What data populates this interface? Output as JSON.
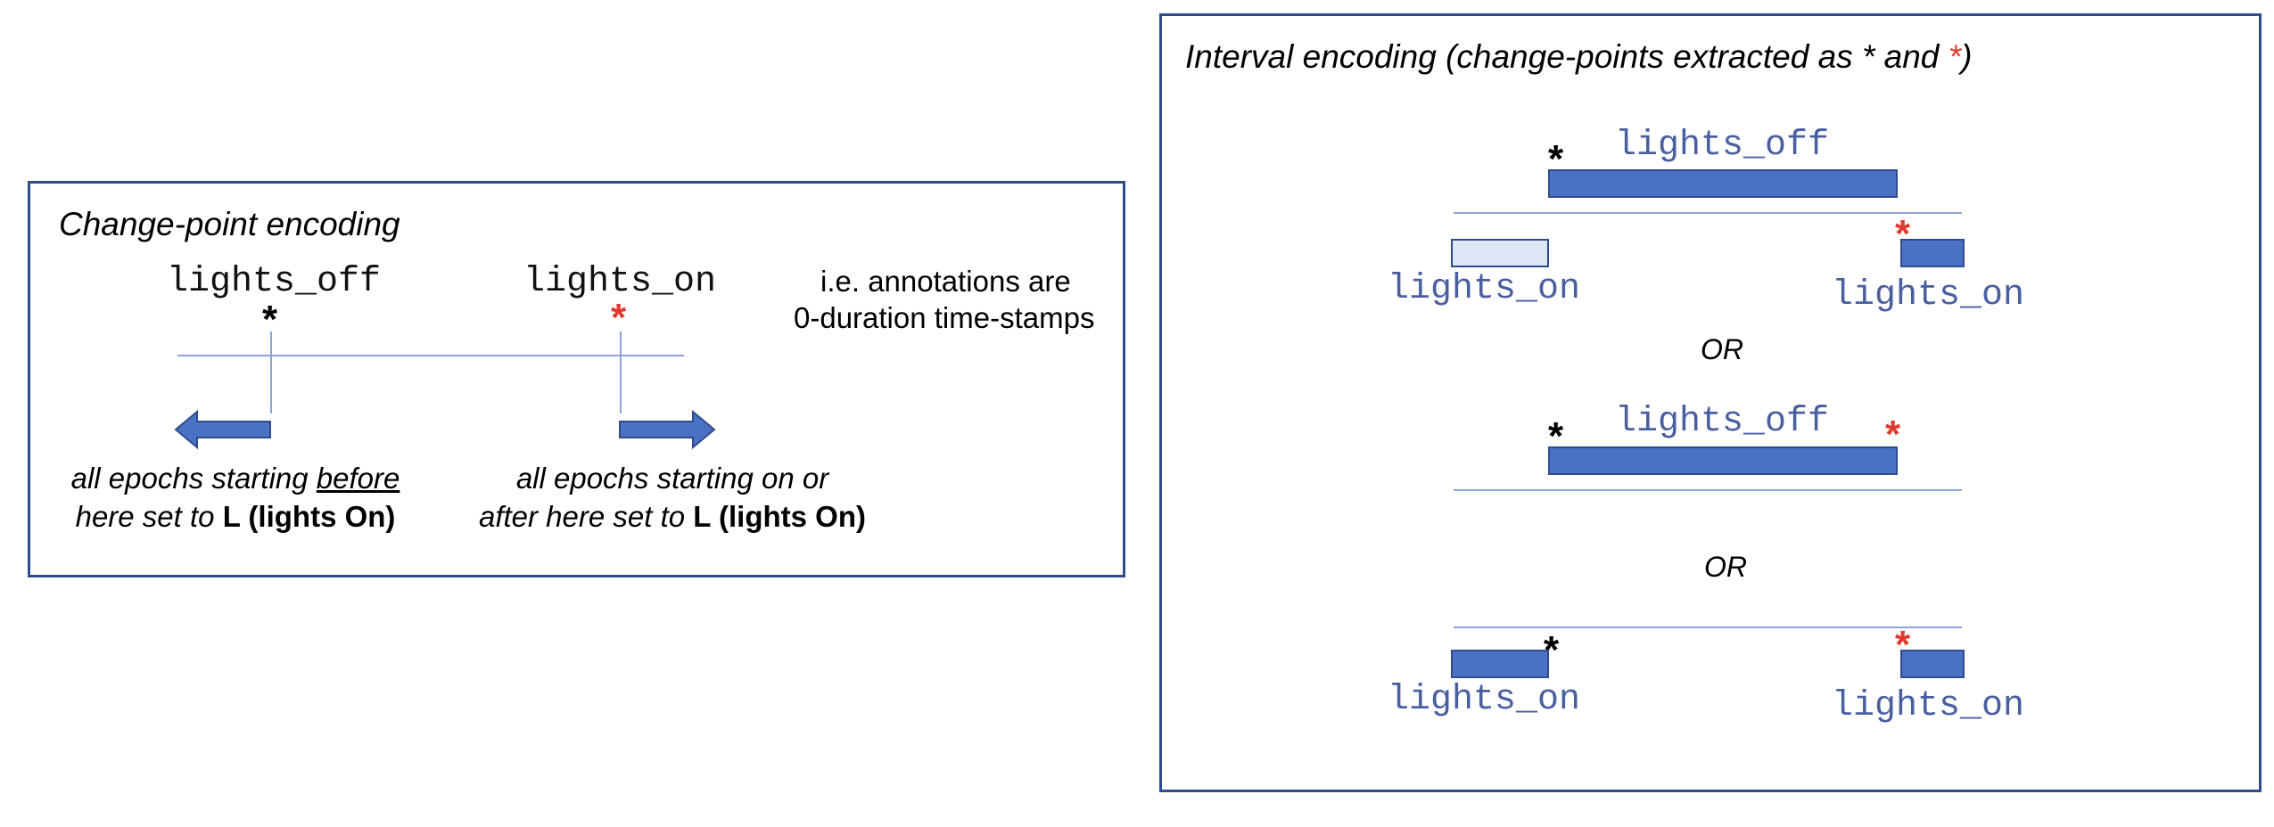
{
  "left_panel": {
    "title": "Change-point encoding",
    "label_off": "lights_off",
    "label_on": "lights_on",
    "star_black": "*",
    "star_red": "*",
    "note_line1": "i.e. annotations are",
    "note_line2": "0-duration time-stamps",
    "caption_left": {
      "l1_pre": "all epochs starting ",
      "l1_underlined": "before",
      "l2_pre": "here set to ",
      "l2_bold": "L (lights On)"
    },
    "caption_right": {
      "l1": "all epochs starting on or",
      "l2_pre": "after here set to ",
      "l2_bold": "L (lights On)"
    }
  },
  "right_panel": {
    "title_pre": "Interval encoding (change-points extracted as ",
    "title_star_black": "*",
    "title_and": " and ",
    "title_star_red": "*",
    "title_post": ")",
    "star_black": "*",
    "star_red": "*",
    "label_off": "lights_off",
    "label_on": "lights_on",
    "or_label": "OR"
  },
  "colors": {
    "frame": "#2f4b8c",
    "bar_fill": "#4a72c4",
    "bar_light_fill": "#dce6f4",
    "timeline": "#8fa3d6",
    "red_star": "#e03a2e",
    "mono_blue_text": "#4a5fa0"
  }
}
